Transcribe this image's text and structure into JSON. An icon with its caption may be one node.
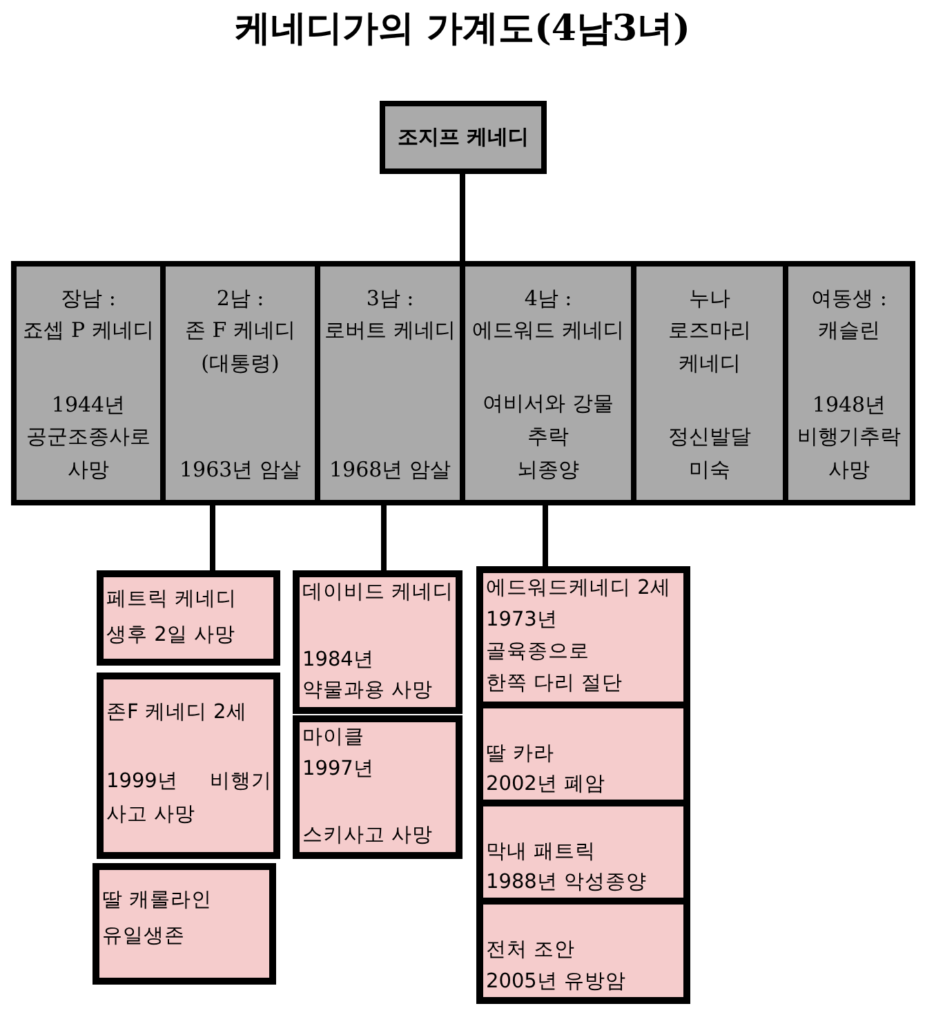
{
  "diagram": {
    "title": "케네디가의 가계도(4남3녀)",
    "nodes": [
      {
        "text": [
          "조지프 케네디"
        ]
      },
      {
        "text": [],
        "shape": "box"
      },
      {
        "text": [
          "장남 :",
          "죠셉 P 케네디",
          "1944년 공군조종사로 사망"
        ],
        "in": 1
      },
      {
        "text": [
          "2남 :",
          "존 F 케네디 (대통령)",
          "1963년 암살"
        ],
        "in": 1
      },
      {
        "text": [
          "3남 :",
          "로버트 케네디",
          "1968년 암살"
        ],
        "in": 1
      },
      {
        "text": [
          "4남 :",
          "에드워드 케네디",
          "여비서와 강물 추락",
          "뇌종양"
        ],
        "in": 1
      },
      {
        "text": [
          "누나",
          "로즈마리 케네디",
          "정신발달 미숙"
        ],
        "in": 1
      },
      {
        "text": [
          "여동생 :",
          "캐슬린",
          "1948년 비행기추락 사망"
        ],
        "in": 1
      },
      {
        "text": [
          "페트릭 케네디",
          "생후 2일 사망"
        ]
      },
      {
        "text": [
          "존F 케네디 2세",
          "1999년 비행기 사고 사망"
        ]
      },
      {
        "text": [
          "딸 캐롤라인",
          "유일생존"
        ]
      },
      {
        "text": [
          "데이비드 케네디",
          "1984년 약물과용 사망"
        ]
      },
      {
        "text": [
          "마이클",
          "1997년",
          "스키사고 사망"
        ]
      },
      {
        "text": [
          "에드워드케네디 2세",
          "1973년 골육종으로 한쪽 다리 절단"
        ]
      },
      {
        "text": [
          "딸 카라",
          "2002년 폐암"
        ]
      },
      {
        "text": [
          "막내 패트릭",
          "1988년 악성종양"
        ]
      },
      {
        "text": [
          "전처 조안",
          "2005년 유방암"
        ]
      }
    ],
    "edges": [
      {
        "from": 0,
        "to": 1,
        "arrow": "none"
      },
      {
        "from": 3,
        "to": 8,
        "arrow": "none"
      },
      {
        "from": 4,
        "to": 11,
        "arrow": "none"
      },
      {
        "from": 5,
        "to": 13,
        "arrow": "none"
      }
    ]
  }
}
